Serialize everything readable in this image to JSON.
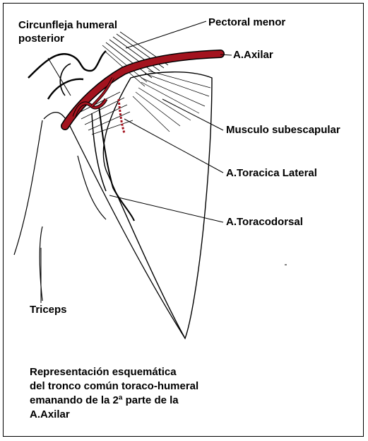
{
  "labels": {
    "circunfleja_line1": "Circunfleja humeral",
    "circunfleja_line2": "posterior",
    "pectoral_menor": "Pectoral menor",
    "axilar": "A.Axilar",
    "musculo_subescapular": "Musculo subescapular",
    "toracica_lateral": "A.Toracica Lateral",
    "toracodorsal": "A.Toracodorsal",
    "triceps": "Triceps"
  },
  "caption": {
    "line1": "Representación esquemática",
    "line2": "del tronco común toraco-humeral",
    "line3": "emanando de la 2ª parte de la",
    "line4": "A.Axilar"
  },
  "colors": {
    "artery": "#a3131e",
    "outline": "#000000",
    "background": "#ffffff"
  }
}
